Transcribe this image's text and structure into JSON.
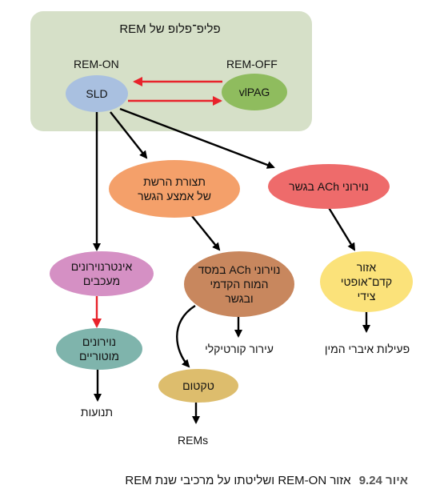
{
  "diagram": {
    "panel_title": "פליפ־פלופ של REM",
    "rem_on_label": "REM-ON",
    "rem_off_label": "REM-OFF",
    "nodes": {
      "sld": "SLD",
      "vlpag": "vlPAG",
      "pontine_wave": [
        "תצורת הרשת",
        "של אמצע הגשר"
      ],
      "ach_pons": "נוירוני ACh בגשר",
      "interneurons": [
        "אינטרנוירונים",
        "מעכבים"
      ],
      "ach_forebrain": [
        "נוירוני ACh במסד",
        "המוח הקדמי",
        "ובגשר"
      ],
      "lateral_geniculate": [
        "אזור",
        "קדם־אופטי",
        "צידי"
      ],
      "motor_neurons": [
        "נוירונים",
        "מוטוריים"
      ],
      "tectum": "טקטום"
    },
    "outputs": {
      "movements": "תנועות",
      "cortical_arousal": "עירור קורטיקלי",
      "sex_activity": "פעילות איברי המין",
      "rems": "REMs"
    },
    "colors": {
      "panel": "#d6e0c8",
      "sld": "#a9c0e0",
      "vlpag": "#8fbc5e",
      "pontine_wave": "#f4a06a",
      "ach_pons": "#ee6b6b",
      "interneurons": "#d590c4",
      "ach_forebrain": "#c8875e",
      "lateral_geniculate": "#fbe27a",
      "motor_neurons": "#7fb4ac",
      "tectum": "#ddbd6d",
      "red_arrow": "#e8232b"
    }
  },
  "caption": {
    "figure_label": "איור 9.24",
    "text": "אזור REM-ON ושליטתו על מרכיבי שנת REM"
  }
}
